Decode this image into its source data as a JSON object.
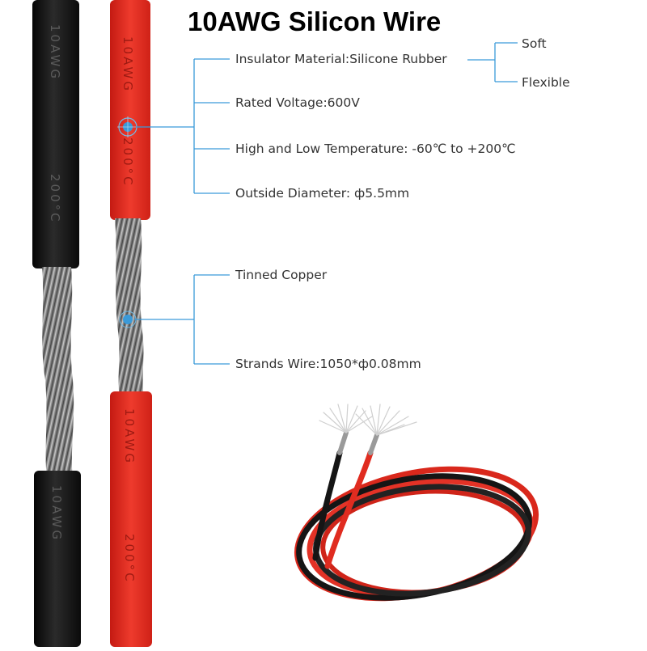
{
  "title": "10AWG Silicon Wire",
  "specs": {
    "insulator": "Insulator Material:Silicone Rubber",
    "soft": "Soft",
    "flexible": "Flexible",
    "voltage": "Rated Voltage:600V",
    "temperature": "High and Low Temperature: -60℃ to +200℃",
    "diameter": "Outside Diameter: ф5.5mm",
    "conductor": "Tinned Copper",
    "strands": "Strands Wire:1050*ф0.08mm"
  },
  "wire_print": {
    "gauge": "10AWG",
    "rating": "200°C"
  },
  "colors": {
    "accent": "#3a9ad9",
    "red_wire": "#e12a1f",
    "black_wire": "#1a1a1a",
    "copper": "#8d8d8d"
  }
}
